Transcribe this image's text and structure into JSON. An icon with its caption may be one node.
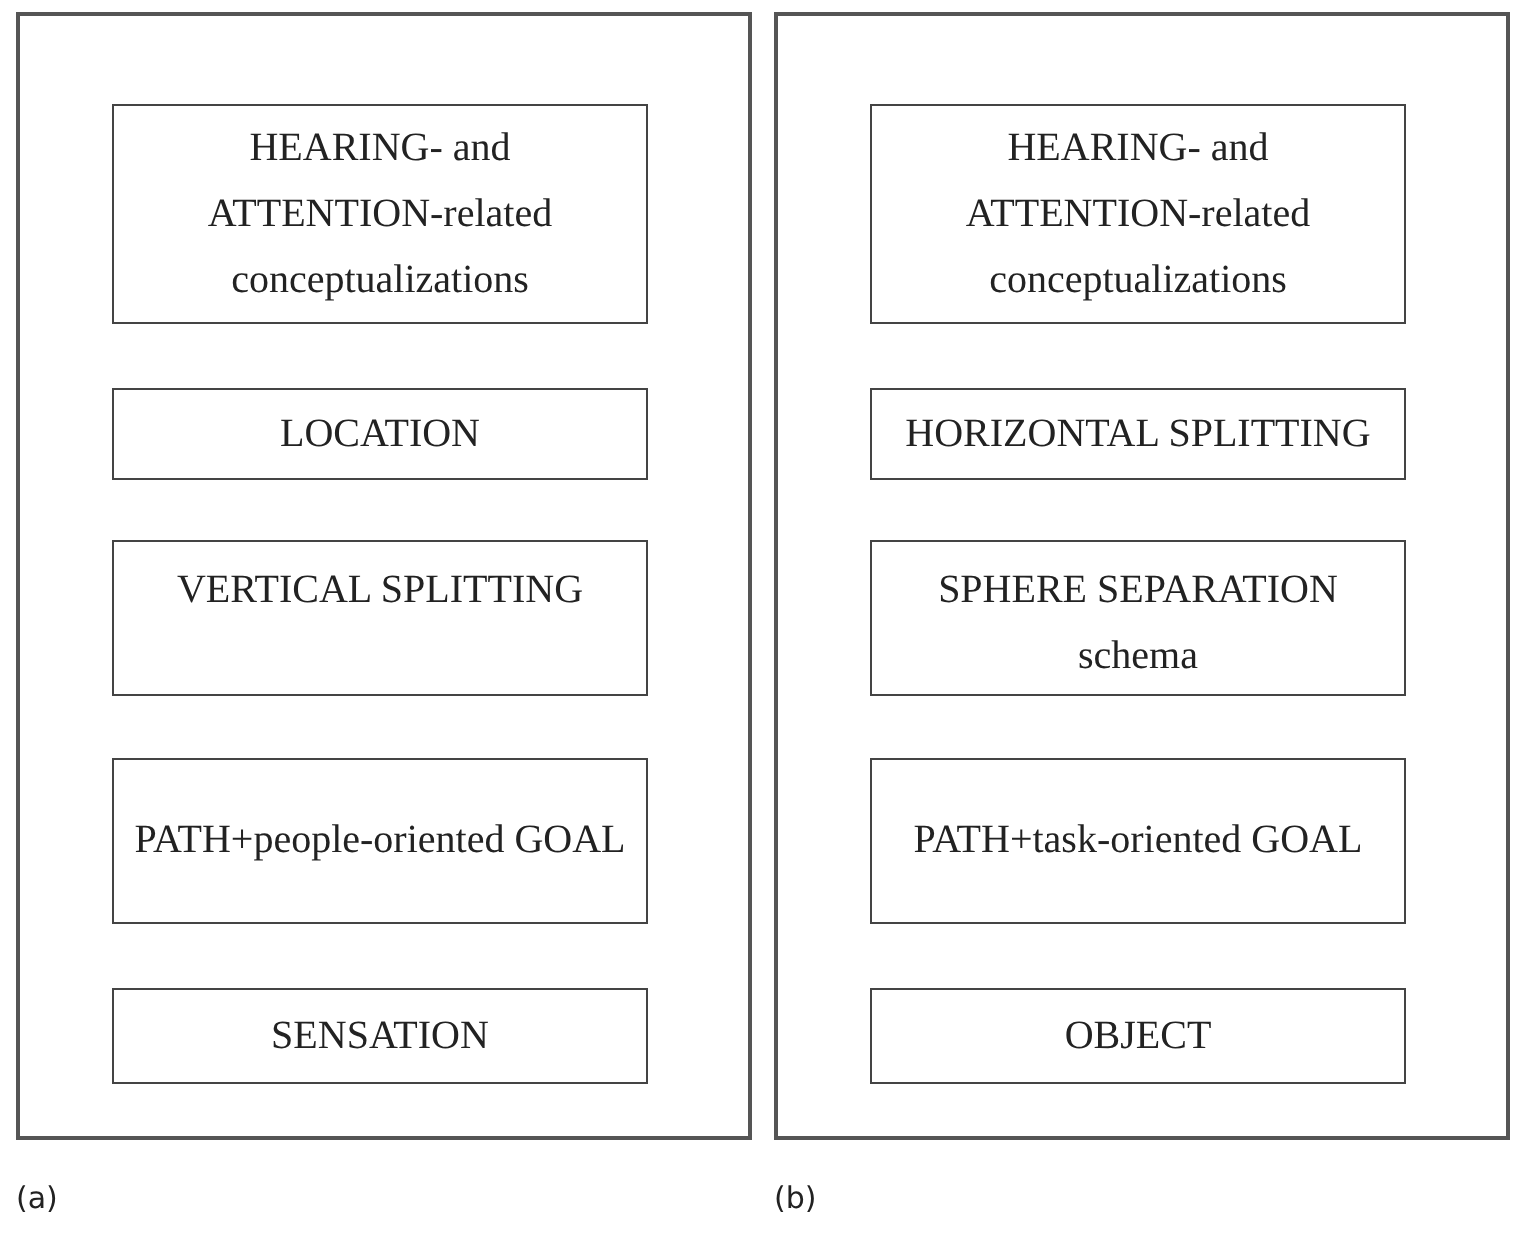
{
  "diagram": {
    "nodes": [
      {
        "text": [],
        "shape": "box",
        "beside": [
          "(a)"
        ]
      },
      {
        "text": [
          "HEARING- and ATTENTION-related conceptualizations"
        ],
        "in": 0
      },
      {
        "text": [
          "LOCATION"
        ],
        "in": 0
      },
      {
        "text": [
          "VERTICAL SPLITTING"
        ],
        "in": 0
      },
      {
        "text": [
          "PATH+people-oriented GOAL"
        ],
        "in": 0
      },
      {
        "text": [
          "SENSATION"
        ],
        "in": 0
      },
      {
        "text": [],
        "shape": "box",
        "beside": [
          "(b)"
        ]
      },
      {
        "text": [
          "HEARING- and ATTENTION-related conceptualizations"
        ],
        "in": 6
      },
      {
        "text": [
          "HORIZONTAL SPLITTING"
        ],
        "in": 6
      },
      {
        "text": [
          "SPHERE SEPARATION schema"
        ],
        "in": 6
      },
      {
        "text": [
          "PATH+task-oriented GOAL"
        ],
        "in": 6
      },
      {
        "text": [
          "OBJECT"
        ],
        "in": 6
      }
    ]
  }
}
